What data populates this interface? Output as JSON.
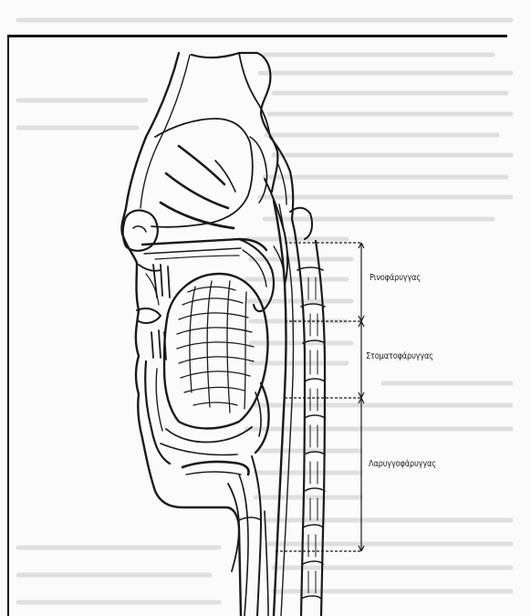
{
  "figure": {
    "region_labels": {
      "nasopharynx": "Ρινοφάρυγγας",
      "oropharynx": "Στοματοφάρυγγας",
      "laryngopharynx": "Λαρυγγοφάρυγγας"
    }
  },
  "colors": {
    "ink": "#1a1a1a",
    "bleed_text": "#b8b8b8",
    "paper": "#fbfbfb"
  }
}
